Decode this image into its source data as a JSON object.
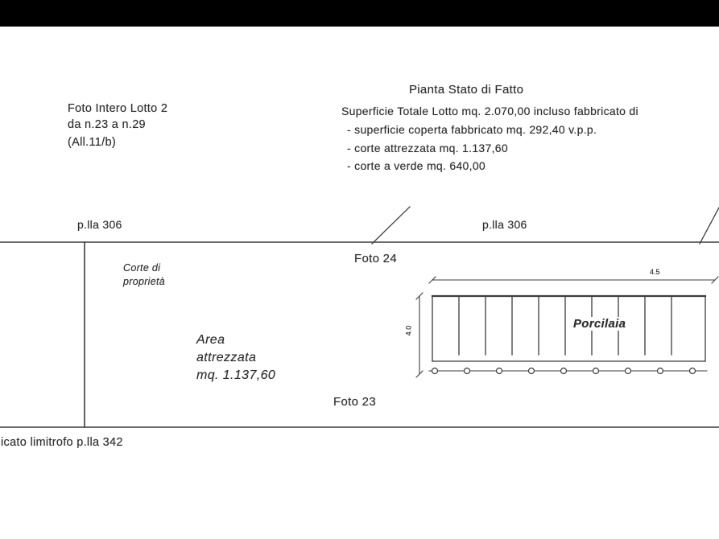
{
  "colors": {
    "ink": "#2e2e2e",
    "line": "#3c3c3c",
    "topbar": "#000000",
    "paper": "#ffffff"
  },
  "header": {
    "title": "Pianta Stato di Fatto"
  },
  "photo_note": {
    "line1": "Foto Intero Lotto 2",
    "line2": "da n.23 a n.29",
    "line3": "(All.11/b)"
  },
  "summary": {
    "heading": "Superficie Totale Lotto mq. 2.070,00 incluso  fabbricato di",
    "items": [
      "- superficie coperta fabbricato mq. 292,40 v.p.p.",
      "- corte attrezzata mq. 1.137,60",
      "- corte a verde mq. 640,00"
    ]
  },
  "parcels": {
    "left": "p.lla 306",
    "right": "p.lla 306"
  },
  "photos": {
    "foto24": "Foto 24",
    "foto23": "Foto 23"
  },
  "court_note": {
    "line1": "Corte di",
    "line2": "proprietà"
  },
  "area_note": {
    "line1": "Area",
    "line2": "attrezzata",
    "line3": "mq. 1.137,60"
  },
  "building": {
    "label": "Porcilaia",
    "dim_top": "4.5",
    "dim_left": "4.0"
  },
  "footer": {
    "neighbor_note": "icato limitrofo p.lla 342"
  }
}
